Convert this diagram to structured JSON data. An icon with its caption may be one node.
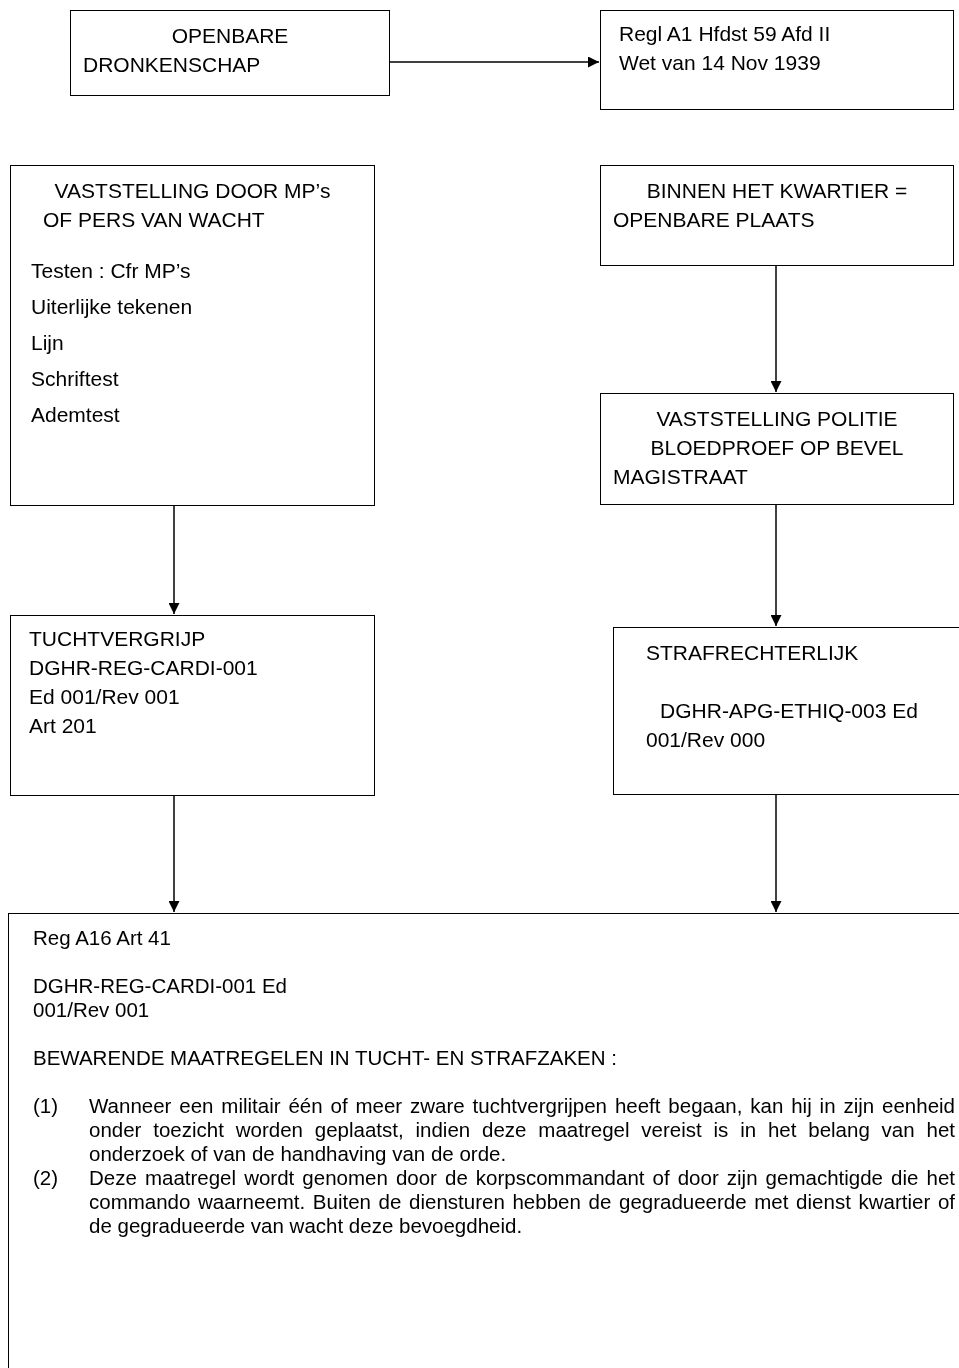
{
  "diagram": {
    "nodes": [
      {
        "text": [
          "OPENBARE DRONKENSCHAP"
        ]
      },
      {
        "text": [
          "Regl A1 Hfdst 59 Afd II",
          "Wet van 14 Nov 1939"
        ]
      },
      {
        "text": [
          "VASTSTELLING DOOR MP’s OF PERS VAN WACHT",
          "Testen : Cfr MP’s",
          "Uiterlijke tekenen",
          "Lijn",
          "Schriftest",
          "Ademtest"
        ]
      },
      {
        "text": [
          "BINNEN HET KWARTIER = OPENBARE PLAATS"
        ]
      },
      {
        "text": [
          "VASTSTELLING POLITIE BLOEDPROEF OP BEVEL MAGISTRAAT"
        ]
      },
      {
        "text": [
          "TUCHTVERGRIJP",
          "DGHR-REG-CARDI-001",
          "Ed 001/Rev 001",
          "Art 201"
        ]
      },
      {
        "text": [
          "STRAFRECHTERLIJK",
          "DGHR-APG-ETHIQ-003 Ed 001/Rev 000"
        ]
      },
      {
        "text": [
          "Reg A16 Art 41",
          "DGHR-REG-CARDI-001 Ed 001/Rev 001",
          "BEWARENDE MAATREGELEN IN TUCHT- EN STRAFZAKEN :",
          "(1)",
          "Wanneer een militair één of meer zware tuchtvergrijpen heeft begaan, kan hij in zijn eenheid onder toezicht worden geplaatst, indien deze maatregel vereist is in het belang van het onderzoek of van de handhaving van de orde.",
          "(2)",
          "Deze maatregel wordt genomen door de korpscommandant of door zijn gemachtigde die het commando waarneemt. Buiten de diensturen hebben de gegradueerde met dienst kwartier of de gegradueerde van wacht deze bevoegdheid."
        ]
      }
    ],
    "edges": [
      {
        "from": 0,
        "to": 1,
        "arrow": "to"
      },
      {
        "from": 3,
        "to": 4,
        "arrow": "to"
      },
      {
        "from": 2,
        "to": 5,
        "arrow": "to"
      },
      {
        "from": 4,
        "to": 6,
        "arrow": "to"
      },
      {
        "from": 5,
        "to": 7,
        "arrow": "to"
      },
      {
        "from": 6,
        "to": 7,
        "arrow": "to"
      }
    ]
  }
}
